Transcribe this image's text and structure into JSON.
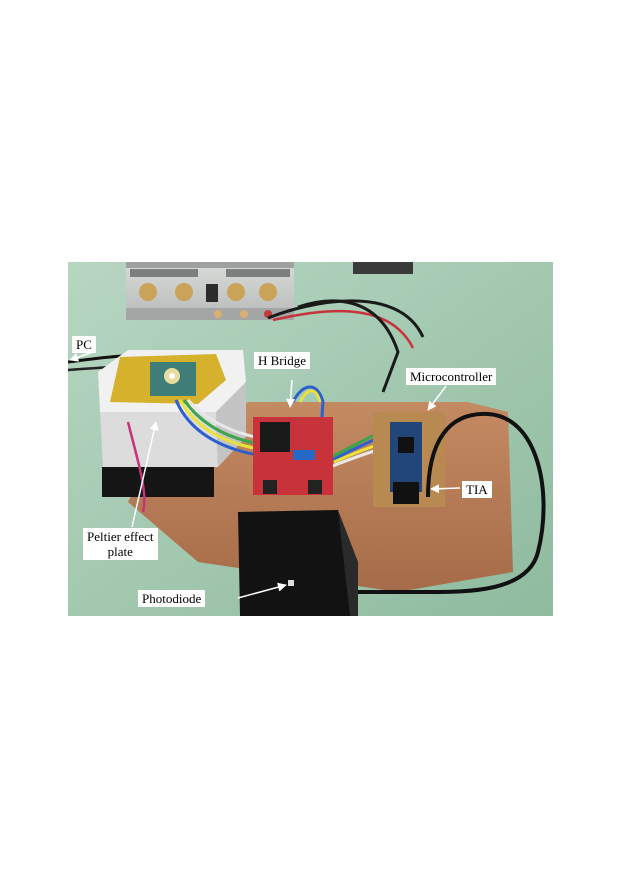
{
  "labels": {
    "pc": "PC",
    "h_bridge": "H Bridge",
    "microcontroller": "Microcontroller",
    "tia": "TIA",
    "peltier_line1": "Peltier effect",
    "peltier_line2": "plate",
    "photodiode": "Photodiode"
  },
  "colors": {
    "background": "#98c2a8",
    "board": "#b57b57",
    "enclosure": "#111111",
    "peltier_housing": "#eeeeee"
  }
}
